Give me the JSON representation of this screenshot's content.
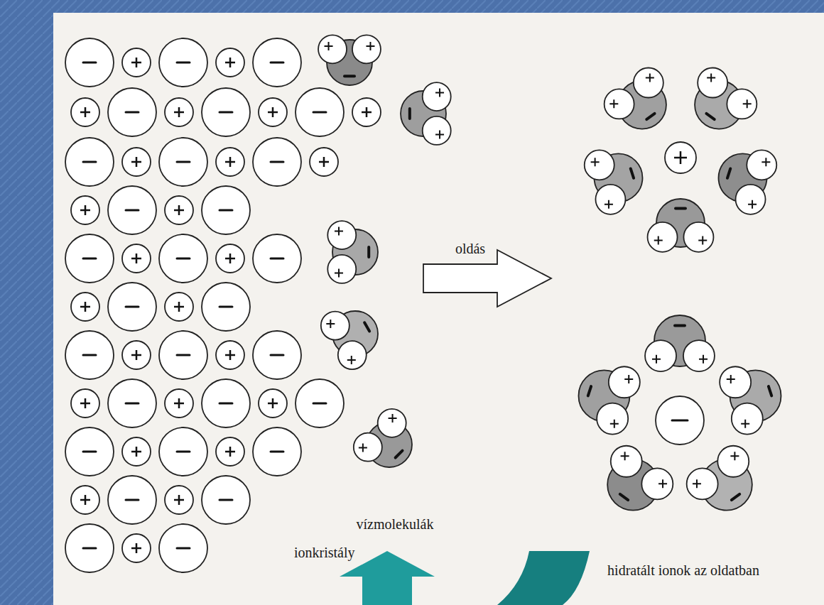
{
  "diagram": {
    "labels": [
      "oldás",
      "vízmolekulák",
      "ionkristály",
      "hidratált ionok az oldatban"
    ]
  }
}
